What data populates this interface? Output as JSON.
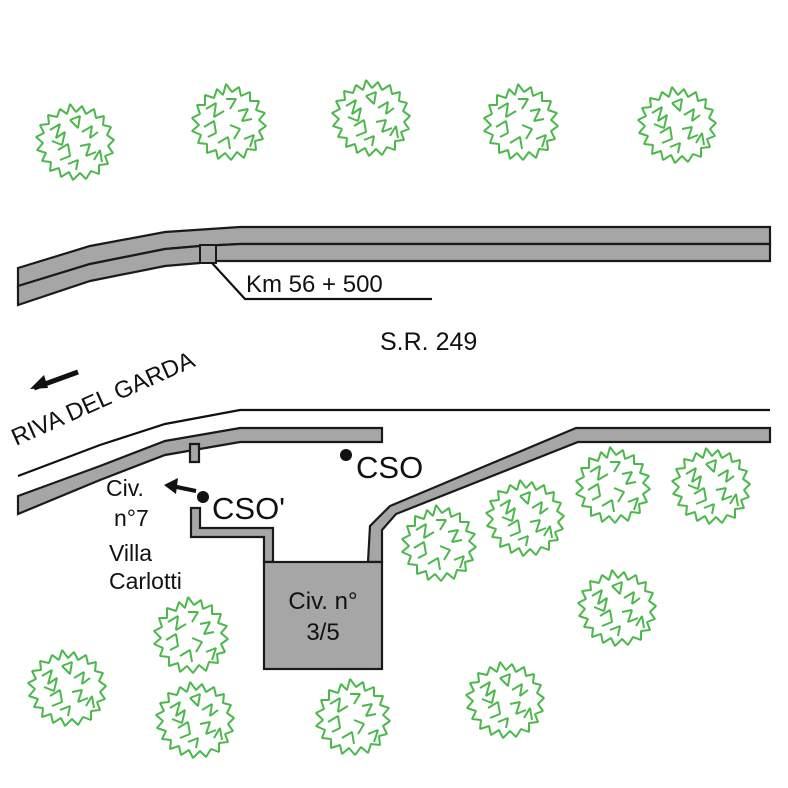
{
  "labels": {
    "km": "Km 56 + 500",
    "road": "S.R. 249",
    "direction": "RIVA DEL GARDA",
    "cso": "CSO",
    "cso_prime": "CSO'",
    "civ7_line1": "Civ.",
    "civ7_line2": "n°7",
    "villa_line1": "Villa",
    "villa_line2": "Carlotti",
    "building_line1": "Civ. n°",
    "building_line2": "3/5"
  },
  "icons": {
    "tree": "tree-icon",
    "point": "point-marker-icon",
    "arrow": "arrow-left-icon"
  },
  "colors": {
    "tree": "#4cb84c",
    "road_fill": "#a6a6a6",
    "building_fill": "#a6a6a6",
    "outline": "#1a1a1a"
  }
}
